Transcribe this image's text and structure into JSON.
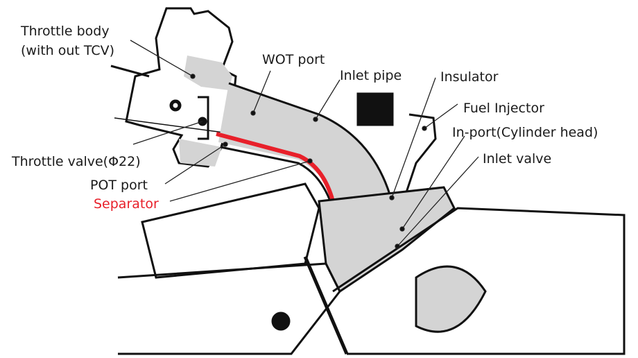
{
  "labels": {
    "throttle_body_line1": "Throttle body",
    "throttle_body_line2": "(with out TCV)",
    "wot_port": "WOT port",
    "inlet_pipe": "Inlet pipe",
    "insulator": "Insulator",
    "fuel_injector": "Fuel Injector",
    "in_port": "In-port(Cylinder head)",
    "inlet_valve": "Inlet valve",
    "throttle_valve": "Throttle valve(Φ22)",
    "pot_port": "POT port",
    "separator": "Separator"
  },
  "colors": {
    "separator": "#e8202a",
    "fill": "#d4d4d4",
    "line": "#111111"
  }
}
